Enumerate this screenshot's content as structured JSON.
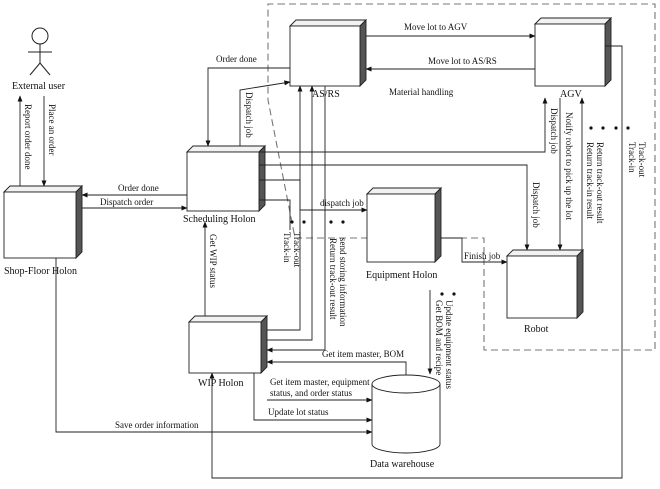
{
  "nodes": {
    "external_user": "External user",
    "shop_floor": "Shop-Floor Holon",
    "scheduling": "Scheduling Holon",
    "wip": "WIP Holon",
    "equipment": "Equipment Holon",
    "asrs": "AS/RS",
    "agv": "AGV",
    "robot": "Robot",
    "warehouse": "Data warehouse"
  },
  "group_label": "Material handling",
  "edges": {
    "move_lot_agv": "Move lot to AGV",
    "move_lot_asrs": "Move lot to AS/RS",
    "order_done_top": "Order done",
    "dispatch_job_asrs": "Dispatch job",
    "order_done_shop": "Order done",
    "dispatch_order": "Dispatch order",
    "dispatch_job_eq": "dispatch job",
    "dispatch_job_agv": "Dispatch job",
    "dispatch_job_robot": "Dispatch job",
    "notify_robot": "Notify robot to pick up the lot",
    "return_track_in": "Return track-in result",
    "return_track_out": "Return track-out result",
    "track_in_right": "Track-in",
    "track_out_right": "Track-out",
    "report_order_done": "Report order done",
    "place_order": "Place an order",
    "get_wip_status": "Get WIP status",
    "track_in_mid": "Track-in",
    "track_out_mid": "Track-out",
    "return_track_out_mid": "Return track-out result",
    "send_storing": "send storing information",
    "finish_job": "Finish job",
    "get_bom": "Get BOM and recipe",
    "update_eq_status": "Update equipment status",
    "get_item_master_bom": "Get item master, BOM",
    "get_item_master_eq": "Get item master, equipment",
    "status_order": "status, and order status",
    "update_lot_status": "Update lot status",
    "save_order_info": "Save order information"
  }
}
